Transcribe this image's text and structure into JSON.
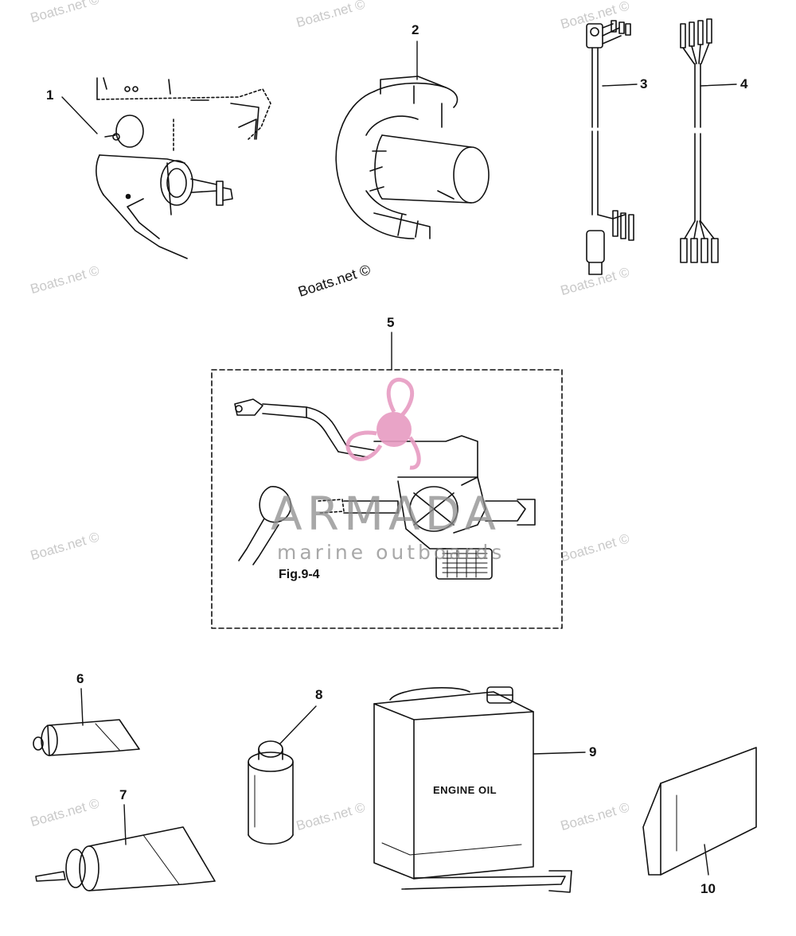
{
  "watermark": {
    "text": "Boats.net ©",
    "center_text": "Boats.net ©"
  },
  "brand": {
    "name": "ARMADA",
    "tagline": "marine outboards",
    "color": "#e79bc2"
  },
  "figure": {
    "label": "Fig.9-4"
  },
  "parts": {
    "p1": "1",
    "p2": "2",
    "p3": "3",
    "p4": "4",
    "p5": "5",
    "p6": "6",
    "p7": "7",
    "p8": "8",
    "p9": "9",
    "p10": "10"
  },
  "oil_can": {
    "label": "ENGINE OIL"
  }
}
